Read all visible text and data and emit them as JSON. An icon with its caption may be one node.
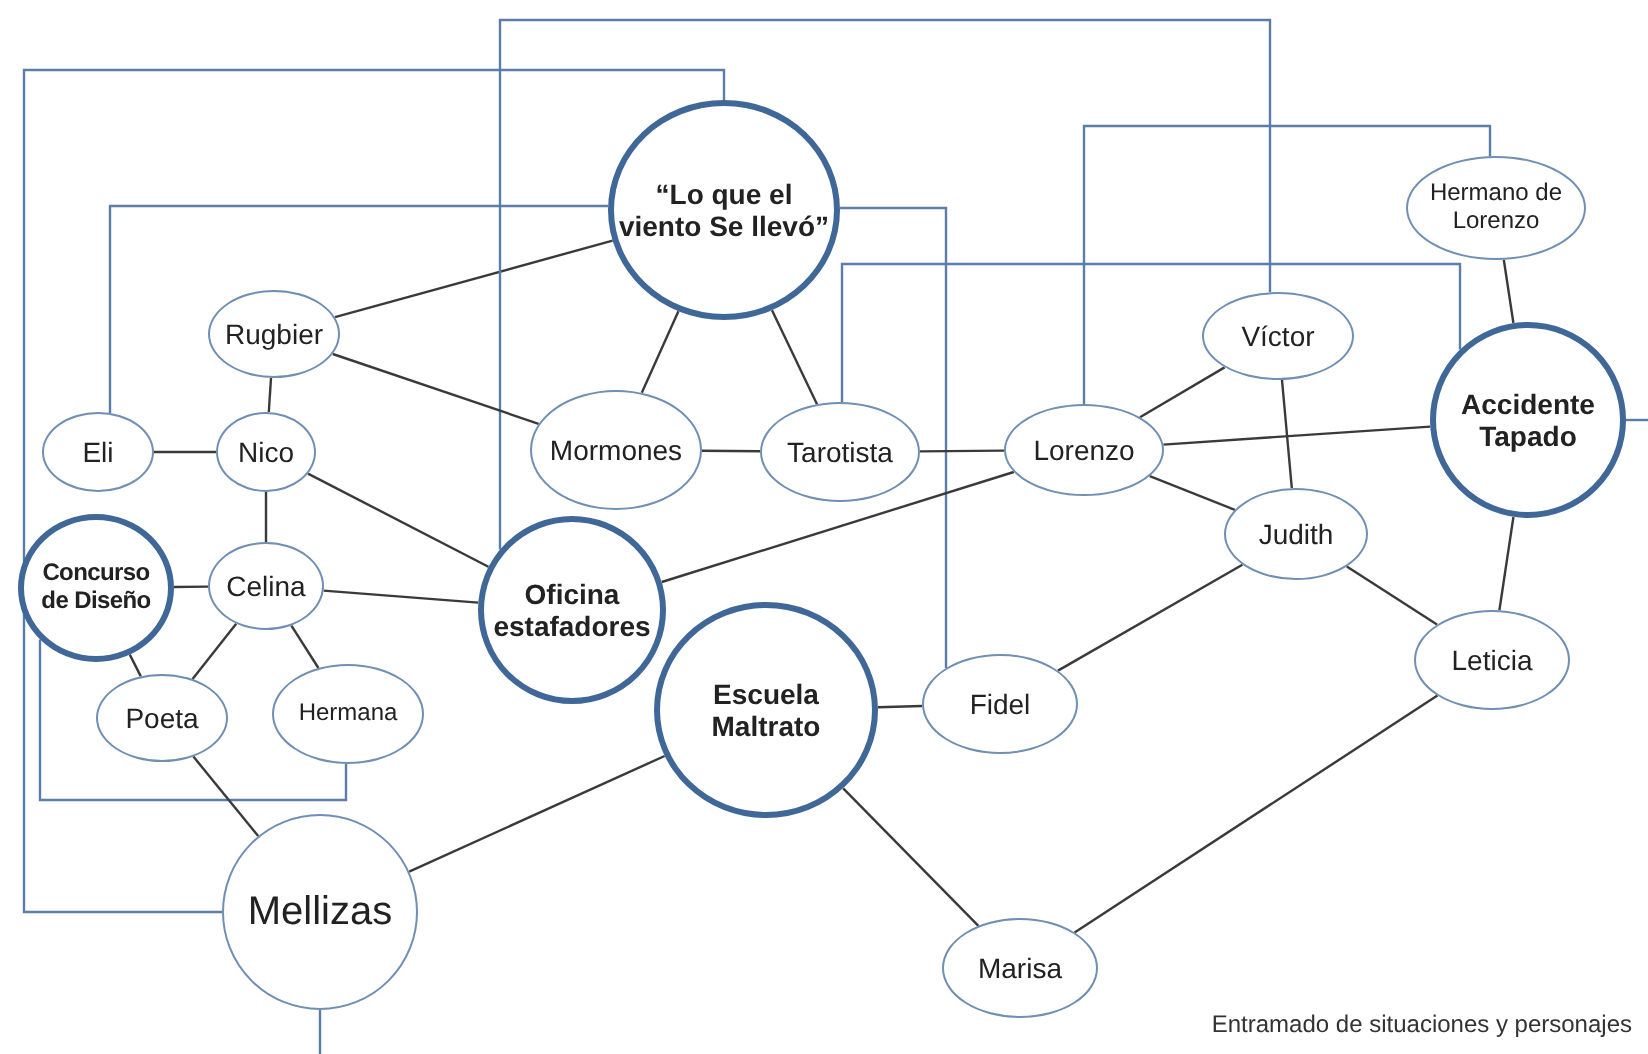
{
  "diagram": {
    "caption": "Entramado de situaciones y personajes",
    "nodes": [
      {
        "text": [
          "“Lo que el viento Se llevó”"
        ]
      },
      {
        "text": [
          "Hermano de Lorenzo"
        ]
      },
      {
        "text": [
          "Rugbier"
        ]
      },
      {
        "text": [
          "Víctor"
        ]
      },
      {
        "text": [
          "Accidente Tapado"
        ]
      },
      {
        "text": [
          "Eli"
        ]
      },
      {
        "text": [
          "Nico"
        ]
      },
      {
        "text": [
          "Mormones"
        ]
      },
      {
        "text": [
          "Tarotista"
        ]
      },
      {
        "text": [
          "Lorenzo"
        ]
      },
      {
        "text": [
          "Concurso de Diseño"
        ]
      },
      {
        "text": [
          "Celina"
        ]
      },
      {
        "text": [
          "Oficina estafadores"
        ]
      },
      {
        "text": [
          "Judith"
        ]
      },
      {
        "text": [
          "Escuela Maltrato"
        ]
      },
      {
        "text": [
          "Poeta"
        ]
      },
      {
        "text": [
          "Hermana"
        ]
      },
      {
        "text": [
          "Fidel"
        ]
      },
      {
        "text": [
          "Leticia"
        ]
      },
      {
        "text": [
          "Mellizas"
        ]
      },
      {
        "text": [
          "Marisa"
        ]
      }
    ],
    "edges": [
      {
        "from": 0,
        "to": 2,
        "arrow": "none"
      },
      {
        "from": 0,
        "to": 7,
        "arrow": "none"
      },
      {
        "from": 0,
        "to": 8,
        "arrow": "none"
      },
      {
        "from": 5,
        "to": 0,
        "arrow": "none",
        "color": "#5a7ea8"
      },
      {
        "from": 19,
        "to": 0,
        "arrow": "none",
        "color": "#5a7ea8"
      },
      {
        "from": 12,
        "to": 3,
        "arrow": "none",
        "color": "#5a7ea8"
      },
      {
        "from": 0,
        "to": 17,
        "arrow": "none",
        "color": "#5a7ea8"
      },
      {
        "from": 2,
        "to": 6,
        "arrow": "none"
      },
      {
        "from": 2,
        "to": 7,
        "arrow": "none"
      },
      {
        "from": 5,
        "to": 6,
        "arrow": "none"
      },
      {
        "from": 6,
        "to": 11,
        "arrow": "none"
      },
      {
        "from": 6,
        "to": 12,
        "arrow": "none"
      },
      {
        "from": 7,
        "to": 8,
        "arrow": "none"
      },
      {
        "from": 8,
        "to": 9,
        "arrow": "none"
      },
      {
        "from": 8,
        "to": 4,
        "arrow": "none",
        "color": "#5a7ea8"
      },
      {
        "from": 9,
        "to": 3,
        "arrow": "none"
      },
      {
        "from": 9,
        "to": 4,
        "arrow": "none"
      },
      {
        "from": 9,
        "to": 13,
        "arrow": "none"
      },
      {
        "from": 9,
        "to": 1,
        "arrow": "none",
        "color": "#5a7ea8"
      },
      {
        "from": 9,
        "to": 12,
        "arrow": "none"
      },
      {
        "from": 3,
        "to": 13,
        "arrow": "none"
      },
      {
        "from": 1,
        "to": 4,
        "arrow": "none"
      },
      {
        "from": 4,
        "to": 18,
        "arrow": "none"
      },
      {
        "from": 4,
        "to": null,
        "arrow": "none",
        "color": "#5a7ea8"
      },
      {
        "from": 10,
        "to": 11,
        "arrow": "none"
      },
      {
        "from": 10,
        "to": 15,
        "arrow": "none"
      },
      {
        "from": 10,
        "to": 16,
        "arrow": "none",
        "color": "#5a7ea8"
      },
      {
        "from": 11,
        "to": 12,
        "arrow": "none"
      },
      {
        "from": 11,
        "to": 15,
        "arrow": "none"
      },
      {
        "from": 11,
        "to": 16,
        "arrow": "none"
      },
      {
        "from": 13,
        "to": 18,
        "arrow": "none"
      },
      {
        "from": 13,
        "to": 17,
        "arrow": "none"
      },
      {
        "from": 14,
        "to": 17,
        "arrow": "none"
      },
      {
        "from": 14,
        "to": 19,
        "arrow": "none"
      },
      {
        "from": 14,
        "to": 20,
        "arrow": "none"
      },
      {
        "from": 15,
        "to": 19,
        "arrow": "none"
      },
      {
        "from": 18,
        "to": 20,
        "arrow": "none"
      },
      {
        "from": 19,
        "to": null,
        "arrow": "none",
        "color": "#5a7ea8"
      }
    ]
  }
}
